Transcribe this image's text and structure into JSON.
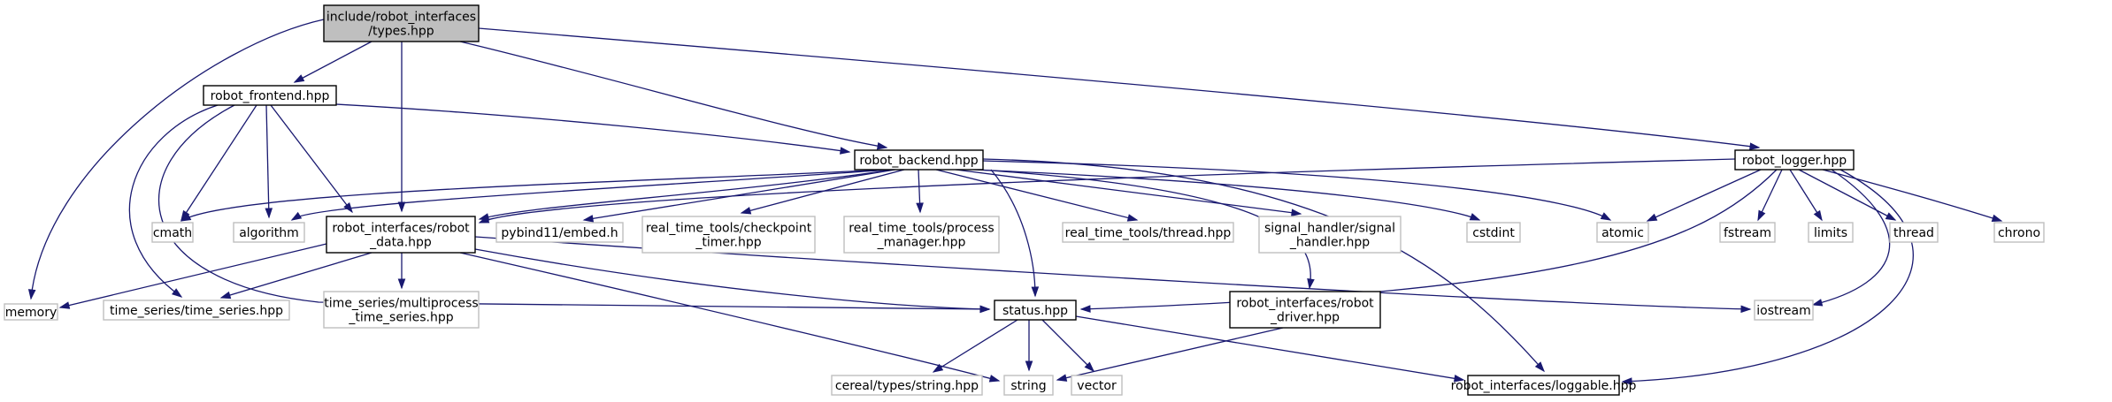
{
  "graph": {
    "colors": {
      "edge": "#191970",
      "node_border_included": "#000000",
      "node_border_external": "#bfbfbf",
      "node_fill_root": "#bfbfbf",
      "node_fill": "#ffffff"
    },
    "nodes": [
      {
        "id": "types",
        "lines": [
          "include/robot_interfaces",
          "/types.hpp"
        ],
        "kind": "root"
      },
      {
        "id": "frontend",
        "lines": [
          "robot_frontend.hpp"
        ],
        "kind": "included"
      },
      {
        "id": "backend",
        "lines": [
          "robot_backend.hpp"
        ],
        "kind": "included"
      },
      {
        "id": "logger",
        "lines": [
          "robot_logger.hpp"
        ],
        "kind": "included"
      },
      {
        "id": "robot_data",
        "lines": [
          "robot_interfaces/robot",
          "_data.hpp"
        ],
        "kind": "included"
      },
      {
        "id": "status",
        "lines": [
          "status.hpp"
        ],
        "kind": "included"
      },
      {
        "id": "robot_driver",
        "lines": [
          "robot_interfaces/robot",
          "_driver.hpp"
        ],
        "kind": "included"
      },
      {
        "id": "loggable",
        "lines": [
          "robot_interfaces/loggable.hpp"
        ],
        "kind": "included"
      },
      {
        "id": "memory",
        "lines": [
          "memory"
        ],
        "kind": "external"
      },
      {
        "id": "cmath",
        "lines": [
          "cmath"
        ],
        "kind": "external"
      },
      {
        "id": "algorithm",
        "lines": [
          "algorithm"
        ],
        "kind": "external"
      },
      {
        "id": "time_series",
        "lines": [
          "time_series/time_series.hpp"
        ],
        "kind": "external"
      },
      {
        "id": "multiprocess",
        "lines": [
          "time_series/multiprocess",
          "_time_series.hpp"
        ],
        "kind": "external"
      },
      {
        "id": "pybind",
        "lines": [
          "pybind11/embed.h"
        ],
        "kind": "external"
      },
      {
        "id": "checkpoint",
        "lines": [
          "real_time_tools/checkpoint",
          "_timer.hpp"
        ],
        "kind": "external"
      },
      {
        "id": "process",
        "lines": [
          "real_time_tools/process",
          "_manager.hpp"
        ],
        "kind": "external"
      },
      {
        "id": "thread_hpp",
        "lines": [
          "real_time_tools/thread.hpp"
        ],
        "kind": "external"
      },
      {
        "id": "signal",
        "lines": [
          "signal_handler/signal",
          "_handler.hpp"
        ],
        "kind": "external"
      },
      {
        "id": "cstdint",
        "lines": [
          "cstdint"
        ],
        "kind": "external"
      },
      {
        "id": "atomic",
        "lines": [
          "atomic"
        ],
        "kind": "external"
      },
      {
        "id": "fstream",
        "lines": [
          "fstream"
        ],
        "kind": "external"
      },
      {
        "id": "limits",
        "lines": [
          "limits"
        ],
        "kind": "external"
      },
      {
        "id": "thread",
        "lines": [
          "thread"
        ],
        "kind": "external"
      },
      {
        "id": "chrono",
        "lines": [
          "chrono"
        ],
        "kind": "external"
      },
      {
        "id": "iostream",
        "lines": [
          "iostream"
        ],
        "kind": "external"
      },
      {
        "id": "cereal",
        "lines": [
          "cereal/types/string.hpp"
        ],
        "kind": "external"
      },
      {
        "id": "string",
        "lines": [
          "string"
        ],
        "kind": "external"
      },
      {
        "id": "vector",
        "lines": [
          "vector"
        ],
        "kind": "external"
      }
    ],
    "edges": [
      [
        "types",
        "memory"
      ],
      [
        "types",
        "frontend"
      ],
      [
        "types",
        "robot_data"
      ],
      [
        "types",
        "backend"
      ],
      [
        "types",
        "logger"
      ],
      [
        "frontend",
        "time_series"
      ],
      [
        "frontend",
        "status"
      ],
      [
        "frontend",
        "cmath"
      ],
      [
        "frontend",
        "algorithm"
      ],
      [
        "frontend",
        "robot_data"
      ],
      [
        "frontend",
        "backend"
      ],
      [
        "backend",
        "cmath"
      ],
      [
        "backend",
        "algorithm"
      ],
      [
        "backend",
        "robot_data"
      ],
      [
        "backend",
        "pybind"
      ],
      [
        "backend",
        "checkpoint"
      ],
      [
        "backend",
        "process"
      ],
      [
        "backend",
        "thread_hpp"
      ],
      [
        "backend",
        "signal"
      ],
      [
        "backend",
        "cstdint"
      ],
      [
        "backend",
        "atomic"
      ],
      [
        "backend",
        "status"
      ],
      [
        "backend",
        "robot_driver"
      ],
      [
        "backend",
        "loggable"
      ],
      [
        "logger",
        "robot_data"
      ],
      [
        "logger",
        "atomic"
      ],
      [
        "logger",
        "status"
      ],
      [
        "logger",
        "fstream"
      ],
      [
        "logger",
        "limits"
      ],
      [
        "logger",
        "thread"
      ],
      [
        "logger",
        "chrono"
      ],
      [
        "logger",
        "iostream"
      ],
      [
        "logger",
        "loggable"
      ],
      [
        "robot_data",
        "memory"
      ],
      [
        "robot_data",
        "time_series"
      ],
      [
        "robot_data",
        "multiprocess"
      ],
      [
        "robot_data",
        "status"
      ],
      [
        "robot_data",
        "string"
      ],
      [
        "robot_data",
        "iostream"
      ],
      [
        "status",
        "cereal"
      ],
      [
        "status",
        "string"
      ],
      [
        "status",
        "vector"
      ],
      [
        "status",
        "loggable"
      ],
      [
        "robot_driver",
        "string"
      ]
    ]
  }
}
